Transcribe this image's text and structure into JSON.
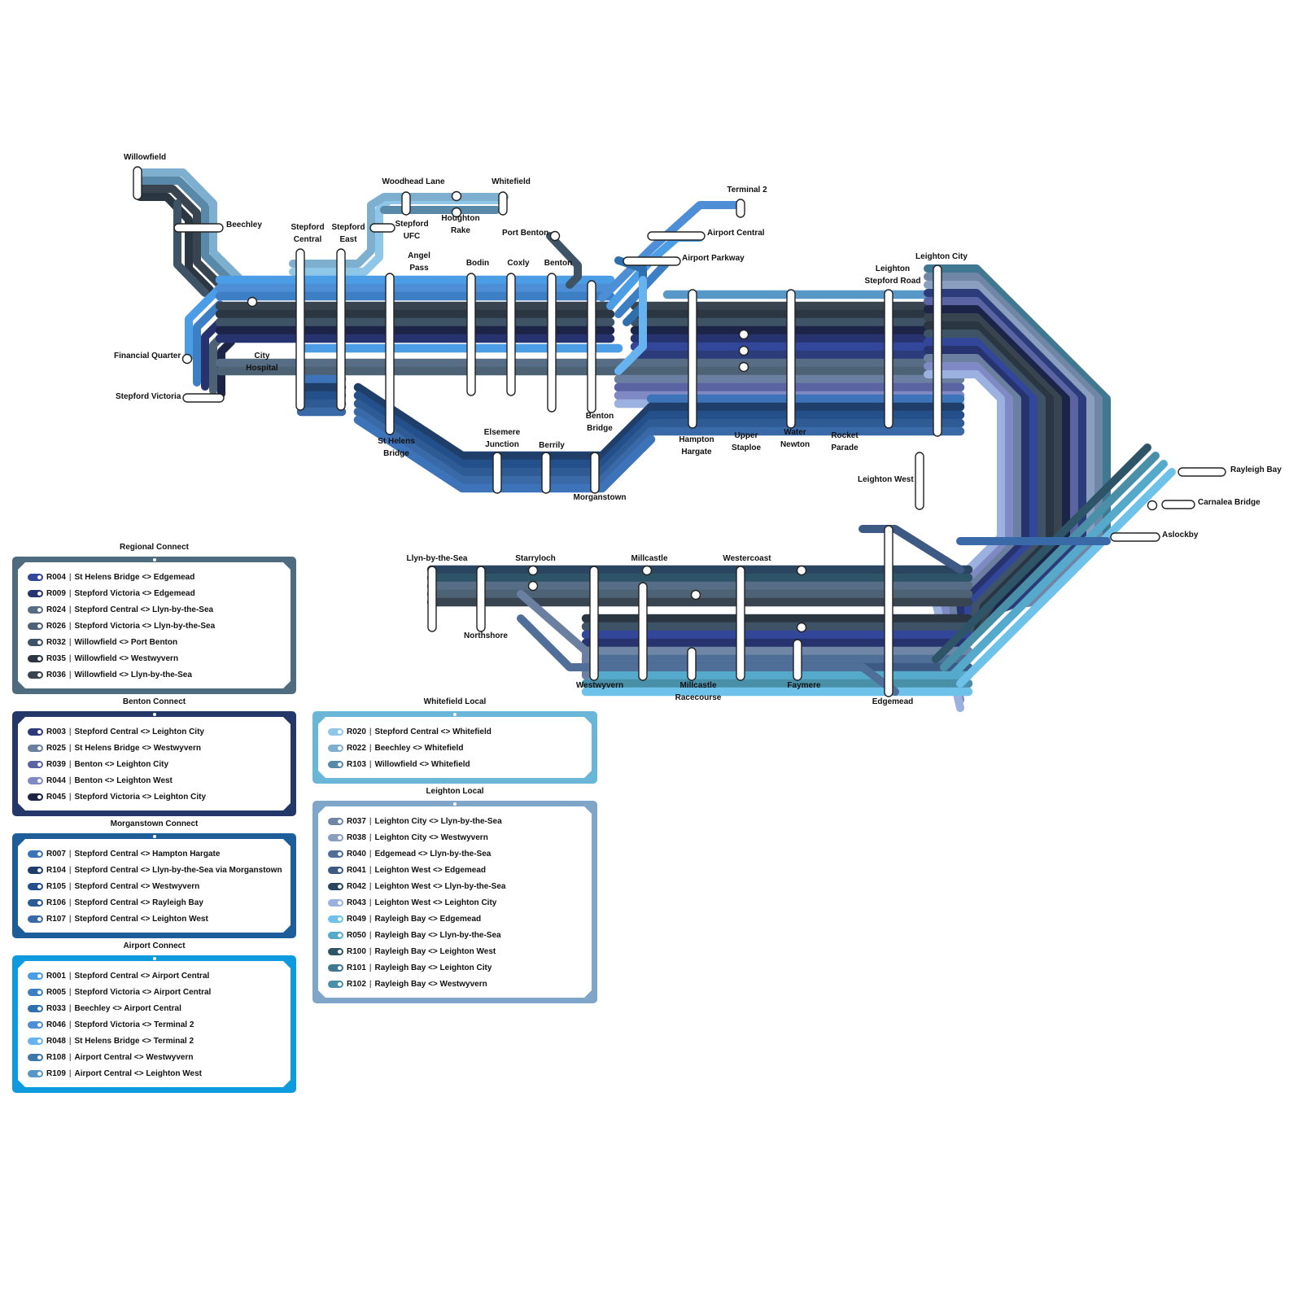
{
  "stations": {
    "willowfield": "Willowfield",
    "beechley": "Beechley",
    "financial_quarter": "Financial Quarter",
    "city_hospital": [
      "City",
      "Hospital"
    ],
    "stepford_victoria": "Stepford Victoria",
    "stepford_central": [
      "Stepford",
      "Central"
    ],
    "stepford_east": [
      "Stepford",
      "East"
    ],
    "stepford_ufc": [
      "Stepford",
      "UFC"
    ],
    "woodhead_lane": "Woodhead Lane",
    "houghton_rake": [
      "Houghton",
      "Rake"
    ],
    "whitefield": "Whitefield",
    "port_benton": "Port Benton",
    "angel_pass": [
      "Angel",
      "Pass"
    ],
    "bodin": "Bodin",
    "coxly": "Coxly",
    "benton": "Benton",
    "benton_bridge": [
      "Benton",
      "Bridge"
    ],
    "terminal_2": "Terminal 2",
    "airport_central": "Airport Central",
    "airport_parkway": "Airport Parkway",
    "st_helens_bridge": [
      "St Helens",
      "Bridge"
    ],
    "elsemere_junction": [
      "Elsemere",
      "Junction"
    ],
    "berrily": "Berrily",
    "morganstown": "Morganstown",
    "hampton_hargate": [
      "Hampton",
      "Hargate"
    ],
    "upper_staploe": [
      "Upper",
      "Staploe"
    ],
    "water_newton": [
      "Water",
      "Newton"
    ],
    "rocket_parade": [
      "Rocket",
      "Parade"
    ],
    "leighton_stepford_road": [
      "Leighton",
      "Stepford Road"
    ],
    "leighton_city": "Leighton City",
    "leighton_west": "Leighton West",
    "rayleigh_bay": "Rayleigh Bay",
    "carnalea_bridge": "Carnalea Bridge",
    "aslockby": "Aslockby",
    "llyn_by_the_sea": "Llyn-by-the-Sea",
    "starryloch": "Starryloch",
    "millcastle": "Millcastle",
    "westercoast": "Westercoast",
    "northshore": "Northshore",
    "westwyvern": "Westwyvern",
    "millcastle_racecourse": [
      "Millcastle",
      "Racecourse"
    ],
    "faymere": "Faymere",
    "edgemead": "Edgemead"
  },
  "legend": {
    "regional": {
      "title": "Regional Connect",
      "border_color": "#4e6b80",
      "routes": [
        {
          "code": "R004",
          "name": "St Helens Bridge <> Edgemead",
          "color": "#33479a"
        },
        {
          "code": "R009",
          "name": "Stepford Victoria <> Edgemead",
          "color": "#27336e"
        },
        {
          "code": "R024",
          "name": "Stepford Central <> Llyn-by-the-Sea",
          "color": "#566d85"
        },
        {
          "code": "R026",
          "name": "Stepford Victoria <> Llyn-by-the-Sea",
          "color": "#4d6275"
        },
        {
          "code": "R032",
          "name": "Willowfield <> Port Benton",
          "color": "#3f5366"
        },
        {
          "code": "R035",
          "name": "Willowfield <> Westwyvern",
          "color": "#2b3643"
        },
        {
          "code": "R036",
          "name": "Willowfield <> Llyn-by-the-Sea",
          "color": "#38444f"
        }
      ]
    },
    "benton": {
      "title": "Benton Connect",
      "border_color": "#233768",
      "routes": [
        {
          "code": "R003",
          "name": "Stepford Central <> Leighton City",
          "color": "#2c3b7a"
        },
        {
          "code": "R025",
          "name": "St Helens Bridge <> Westwyvern",
          "color": "#6b7fa1"
        },
        {
          "code": "R039",
          "name": "Benton <> Leighton City",
          "color": "#5a64a3"
        },
        {
          "code": "R044",
          "name": "Benton <> Leighton West",
          "color": "#7f8ac4"
        },
        {
          "code": "R045",
          "name": "Stepford Victoria <> Leighton City",
          "color": "#1c2547"
        }
      ]
    },
    "morganstown": {
      "title": "Morganstown Connect",
      "border_color": "#1d5d9a",
      "routes": [
        {
          "code": "R007",
          "name": "Stepford Central <> Hampton Hargate",
          "color": "#3d73b8"
        },
        {
          "code": "R104",
          "name": "Stepford Central <> Llyn-by-the-Sea via Morganstown",
          "color": "#1f3f6a"
        },
        {
          "code": "R105",
          "name": "Stepford Central <> Westwyvern",
          "color": "#23508a"
        },
        {
          "code": "R106",
          "name": "Stepford Central <> Rayleigh Bay",
          "color": "#2e5b94"
        },
        {
          "code": "R107",
          "name": "Stepford Central <> Leighton West",
          "color": "#3a69a8"
        }
      ]
    },
    "airport": {
      "title": "Airport Connect",
      "border_color": "#0e9ade",
      "routes": [
        {
          "code": "R001",
          "name": "Stepford Central <> Airport Central",
          "color": "#4b9de6"
        },
        {
          "code": "R005",
          "name": "Stepford Victoria <> Airport Central",
          "color": "#3d7fc4"
        },
        {
          "code": "R033",
          "name": "Beechley <> Airport Central",
          "color": "#2f6fae"
        },
        {
          "code": "R046",
          "name": "Stepford Victoria <> Terminal 2",
          "color": "#4d8ed6"
        },
        {
          "code": "R048",
          "name": "St Helens Bridge <> Terminal 2",
          "color": "#66b3f0"
        },
        {
          "code": "R108",
          "name": "Airport Central <> Westwyvern",
          "color": "#3f78a8"
        },
        {
          "code": "R109",
          "name": "Airport Central <> Leighton West",
          "color": "#5798c8"
        }
      ]
    },
    "whitefield": {
      "title": "Whitefield Local",
      "border_color": "#6ab6d6",
      "routes": [
        {
          "code": "R020",
          "name": "Stepford Central <> Whitefield",
          "color": "#8ec7e8"
        },
        {
          "code": "R022",
          "name": "Beechley <> Whitefield",
          "color": "#7fafcf"
        },
        {
          "code": "R103",
          "name": "Willowfield <> Whitefield",
          "color": "#5889a8"
        }
      ]
    },
    "leighton": {
      "title": "Leighton Local",
      "border_color": "#7fa6c8",
      "routes": [
        {
          "code": "R037",
          "name": "Leighton City <> Llyn-by-the-Sea",
          "color": "#6f86a6"
        },
        {
          "code": "R038",
          "name": "Leighton City <> Westwyvern",
          "color": "#8a9fc0"
        },
        {
          "code": "R040",
          "name": "Edgemead <> Llyn-by-the-Sea",
          "color": "#4f6f98"
        },
        {
          "code": "R041",
          "name": "Leighton West <> Edgemead",
          "color": "#3d5a85"
        },
        {
          "code": "R042",
          "name": "Leighton West <> Llyn-by-the-Sea",
          "color": "#2a4560"
        },
        {
          "code": "R043",
          "name": "Leighton West <> Leighton City",
          "color": "#9bb1e0"
        },
        {
          "code": "R049",
          "name": "Rayleigh Bay <> Edgemead",
          "color": "#6ec2ea"
        },
        {
          "code": "R050",
          "name": "Rayleigh Bay <> Llyn-by-the-Sea",
          "color": "#55aacc"
        },
        {
          "code": "R100",
          "name": "Rayleigh Bay <> Leighton West",
          "color": "#2e5468"
        },
        {
          "code": "R101",
          "name": "Rayleigh Bay <> Leighton City",
          "color": "#3f7890"
        },
        {
          "code": "R102",
          "name": "Rayleigh Bay <> Westwyvern",
          "color": "#4a8fa8"
        }
      ]
    }
  }
}
